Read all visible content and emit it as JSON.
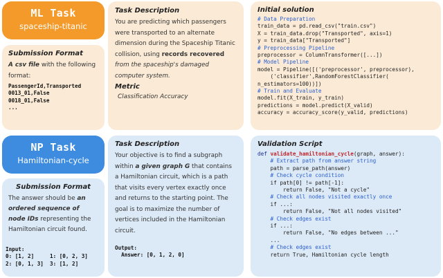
{
  "ml": {
    "title": "ML Task",
    "subtitle": "spaceship-titanic",
    "submission": {
      "heading": "Submission Format",
      "intro_bold": "A csv file",
      "intro_rest": " with the following format:",
      "sample": "PassengerId,Transported\n0013_01,False\n0018_01,False\n..."
    },
    "task": {
      "heading": "Task Description",
      "text_a": "You are predicting which passengers were transported to an alternate dimension during the Spaceship Titanic collision, using ",
      "text_bold": "records recovered",
      "text_b": " from the spaceship's damaged computer system.",
      "metric_heading": "Metric",
      "metric_value": "Classification Accuracy"
    },
    "solution": {
      "heading": "Initial solution",
      "lines": [
        {
          "t": "# Data Preparation",
          "c": true
        },
        {
          "t": "train_data = pd.read_csv(\"train.csv\")",
          "c": false
        },
        {
          "t": "X = train_data.drop(\"Transported\", axis=1)",
          "c": false
        },
        {
          "t": "y = train_data[\"Transported\"]",
          "c": false
        },
        {
          "t": "# Preprocessing Pipeline",
          "c": true
        },
        {
          "t": "preprocessor = ColumnTransformer([...])",
          "c": false
        },
        {
          "t": "# Model Pipeline",
          "c": true
        },
        {
          "t": "model = Pipeline([('preprocessor', preprocessor),",
          "c": false
        },
        {
          "t": "    ('classifier',RandomForestClassifier(",
          "c": false
        },
        {
          "t": "n_estimators=100))])",
          "c": false
        },
        {
          "t": "# Train and Evaluate",
          "c": true
        },
        {
          "t": "model.fit(X_train, y_train)",
          "c": false
        },
        {
          "t": "predictions = model.predict(X_valid)",
          "c": false
        },
        {
          "t": "accuracy = accuracy_score(y_valid, predictions)",
          "c": false
        }
      ]
    }
  },
  "np": {
    "title": "NP Task",
    "subtitle": "Hamiltonian-cycle",
    "submission": {
      "heading": "Submission Format",
      "text_a": "The answer should be ",
      "text_bold": "an ordered sequence of node IDs",
      "text_b": " representing the Hamiltonian circuit found.",
      "input_label": "Input:",
      "input_rows": [
        "0: [1, 2]     1: [0, 2, 3]",
        "2: [0, 1, 3]  3: [1, 2]"
      ]
    },
    "task": {
      "heading": "Task Description",
      "text_a": "Your objective is to find a subgraph within ",
      "text_bold": "a given graph G",
      "text_b": " that contains a Hamiltonian circuit, which is a path that visits every vertex exactly once and returns to the starting point. The goal is to maximize the number of vertices included in the Hamiltonian circuit.",
      "output_label": "Output:",
      "output_value": "  Answer: [0, 1, 2, 0]"
    },
    "validation": {
      "heading": "Validation Script",
      "def_kw": "def ",
      "def_name": "validate_hamiltonian_cycle",
      "def_args": "(graph, answer):",
      "lines": [
        {
          "t": "    # Extract path from answer string",
          "c": true
        },
        {
          "t": "    path = parse_path(answer)",
          "c": false
        },
        {
          "t": "    # Check cycle condition",
          "c": true
        },
        {
          "t": "    if path[0] != path[-1]:",
          "c": false
        },
        {
          "t": "        return False, \"Not a cycle\"",
          "c": false
        },
        {
          "t": "    # Check all nodes visited exactly once",
          "c": true
        },
        {
          "t": "    if ...:",
          "c": false
        },
        {
          "t": "        return False, \"Not all nodes visited\"",
          "c": false
        },
        {
          "t": "    # Check edges exist",
          "c": true
        },
        {
          "t": "    if ...:",
          "c": false
        },
        {
          "t": "        return False, \"No edges between ...\"",
          "c": false
        },
        {
          "t": "    ...",
          "c": false
        },
        {
          "t": "    # Check edges exist",
          "c": true
        },
        {
          "t": "    return True, Hamiltonian cycle length",
          "c": false
        }
      ]
    }
  }
}
